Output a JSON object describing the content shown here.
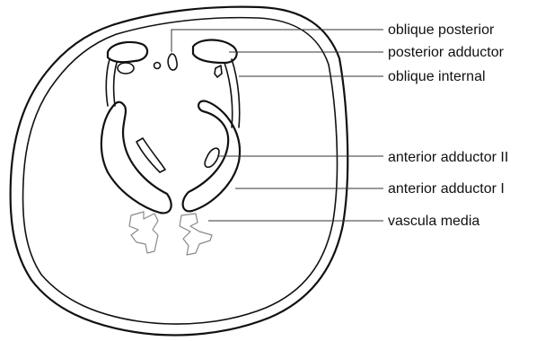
{
  "labels": {
    "oblique_posterior": "oblique posterior",
    "posterior_adductor": "posterior adductor",
    "oblique_internal": "oblique internal",
    "anterior_adductor_2": "anterior adductor II",
    "anterior_adductor_1": "anterior adductor I",
    "vascula_media": "vascula media"
  }
}
